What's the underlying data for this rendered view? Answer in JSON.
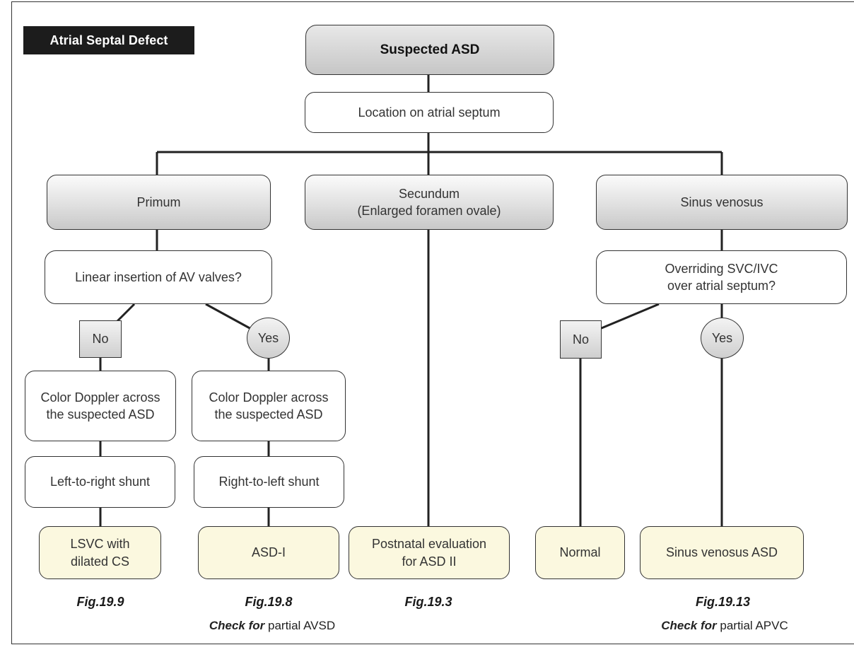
{
  "title": "Atrial Septal Defect",
  "root": "Suspected ASD",
  "location": "Location on atrial septum",
  "branches": {
    "primum": {
      "label": "Primum",
      "question": "Linear insertion of AV valves?",
      "no": {
        "label": "No",
        "step1": [
          "Color Doppler across",
          "the suspected ASD"
        ],
        "step2": "Left-to-right shunt",
        "result": [
          "LSVC with",
          "dilated CS"
        ],
        "fig": "Fig.19.9"
      },
      "yes": {
        "label": "Yes",
        "step1": [
          "Color Doppler across",
          "the suspected ASD"
        ],
        "step2": "Right-to-left shunt",
        "result": "ASD-I",
        "fig": "Fig.19.8",
        "check_bold": "Check for",
        "check_rest": " partial AVSD"
      }
    },
    "secundum": {
      "label": [
        "Secundum",
        "(Enlarged foramen ovale)"
      ],
      "result": [
        "Postnatal evaluation",
        "for ASD II"
      ],
      "fig": "Fig.19.3"
    },
    "sinus": {
      "label": "Sinus venosus",
      "question": [
        "Overriding SVC/IVC",
        "over atrial septum?"
      ],
      "no": {
        "label": "No",
        "result": "Normal"
      },
      "yes": {
        "label": "Yes",
        "result": "Sinus venosus ASD",
        "fig": "Fig.19.13",
        "check_bold": "Check for",
        "check_rest": " partial APVC"
      }
    }
  }
}
